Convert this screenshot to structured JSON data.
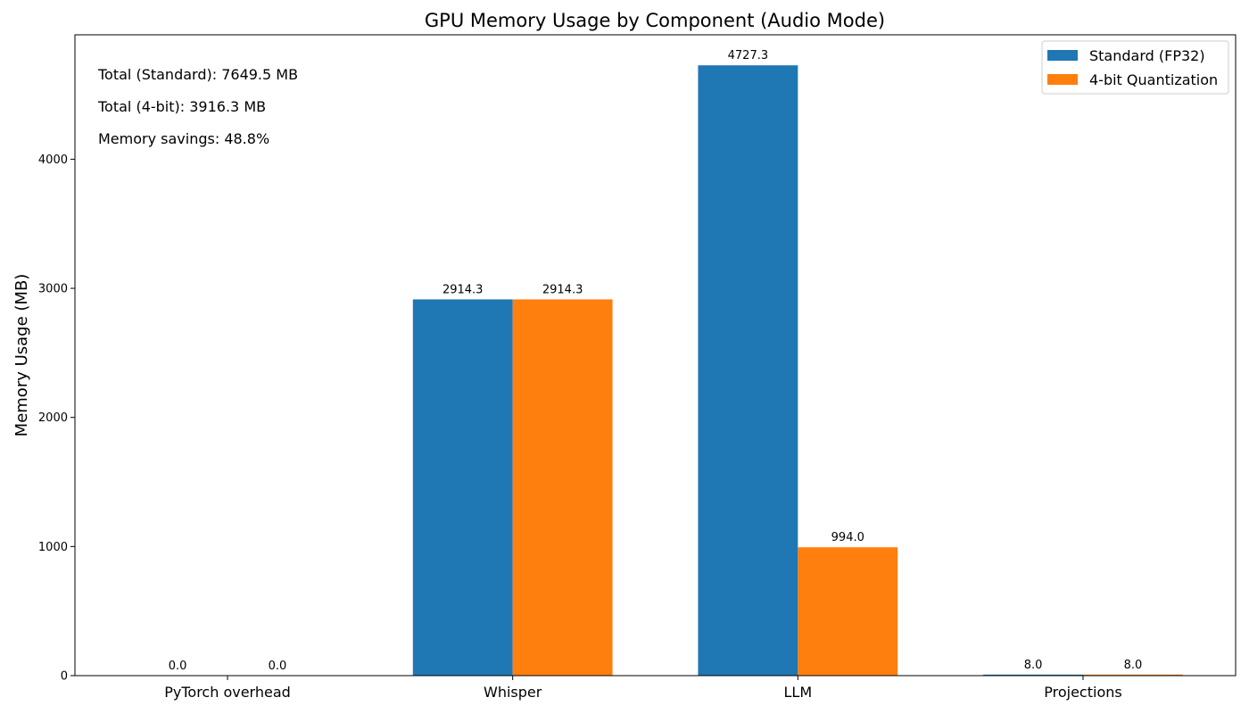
{
  "chart_data": {
    "type": "bar",
    "title": "GPU Memory Usage by Component (Audio Mode)",
    "xlabel": "",
    "ylabel": "Memory Usage (MB)",
    "categories": [
      "PyTorch overhead",
      "Whisper",
      "LLM",
      "Projections"
    ],
    "series": [
      {
        "name": "Standard (FP32)",
        "color": "#1f77b4",
        "values": [
          0.0,
          2914.3,
          4727.3,
          8.0
        ],
        "labels": [
          "0.0",
          "2914.3",
          "4727.3",
          "8.0"
        ]
      },
      {
        "name": "4-bit Quantization",
        "color": "#ff7f0e",
        "values": [
          0.0,
          2914.3,
          994.0,
          8.0
        ],
        "labels": [
          "0.0",
          "2914.3",
          "994.0",
          "8.0"
        ]
      }
    ],
    "ylim": [
      0,
      4963.7
    ],
    "yticks": [
      0,
      1000,
      2000,
      3000,
      4000
    ],
    "ytick_labels": [
      "0",
      "1000",
      "2000",
      "3000",
      "4000"
    ],
    "grid": false,
    "legend_position": "top-right",
    "annotations": [
      "Total (Standard): 7649.5 MB",
      "Total (4-bit): 3916.3 MB",
      "Memory savings: 48.8%"
    ]
  }
}
